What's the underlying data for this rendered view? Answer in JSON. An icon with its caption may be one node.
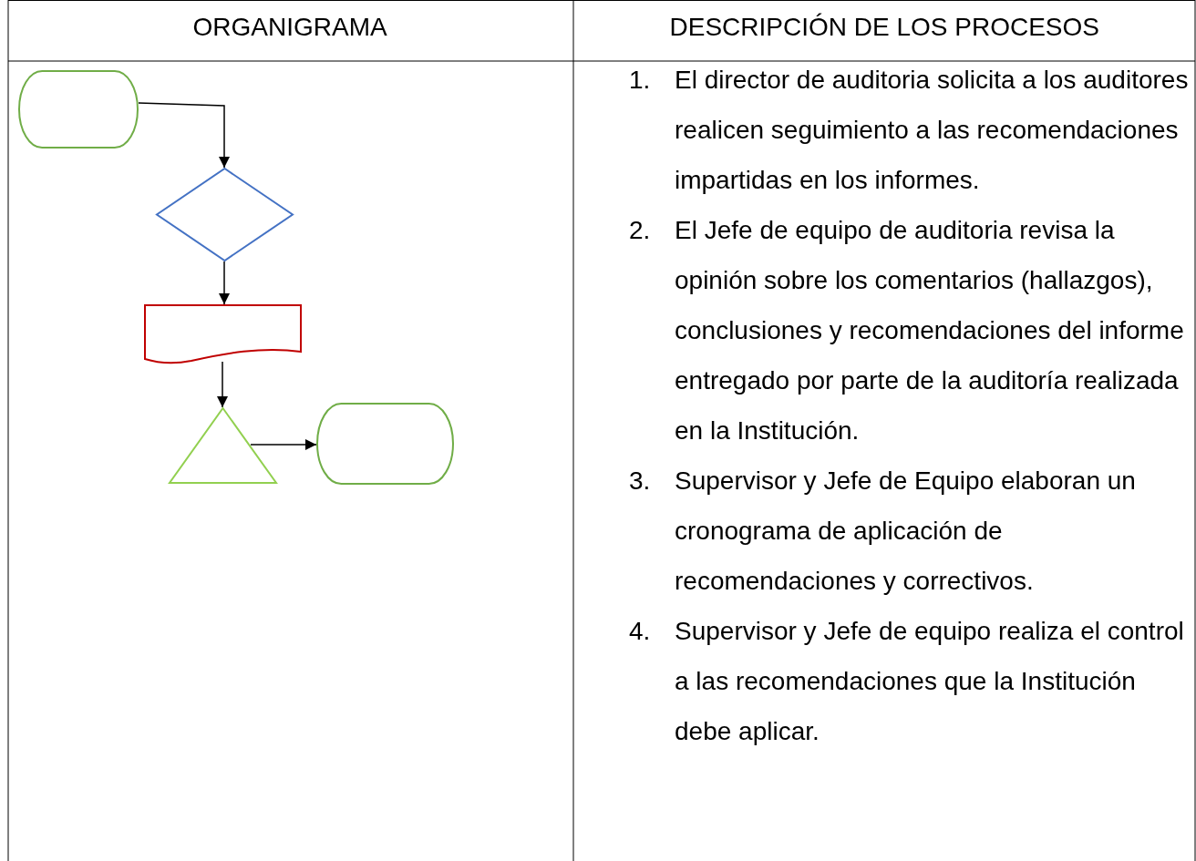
{
  "diagram": {
    "nodes": [
      {
        "text": [],
        "shape": "terminal"
      },
      {
        "text": [],
        "shape": "diamond"
      },
      {
        "text": [],
        "shape": "document"
      },
      {
        "text": [],
        "shape": "triangle"
      },
      {
        "text": [],
        "shape": "terminal"
      }
    ],
    "edges": [
      {
        "from": 0,
        "to": 1,
        "arrow": "to"
      },
      {
        "from": 1,
        "to": 2,
        "arrow": "to"
      },
      {
        "from": 2,
        "to": 3,
        "arrow": "to"
      },
      {
        "from": 3,
        "to": 4,
        "arrow": "to"
      }
    ],
    "labels": [
      "ORGANIGRAMA",
      "DESCRIPCIÓN DE LOS PROCESOS",
      "1.",
      "El director de auditoria solicita a los auditores realicen seguimiento a las recomendaciones impartidas en los informes.",
      "2.",
      "El Jefe de equipo de auditoria revisa la opinión sobre los comentarios (hallazgos), conclusiones y recomendaciones del informe entregado por parte de la auditoría realizada en la Institución.",
      "3.",
      "Supervisor y Jefe de Equipo elaboran un cronograma de aplicación de recomendaciones y correctivos.",
      "4.",
      "Supervisor y Jefe de equipo realiza el control a las recomendaciones que la Institución debe aplicar."
    ]
  }
}
